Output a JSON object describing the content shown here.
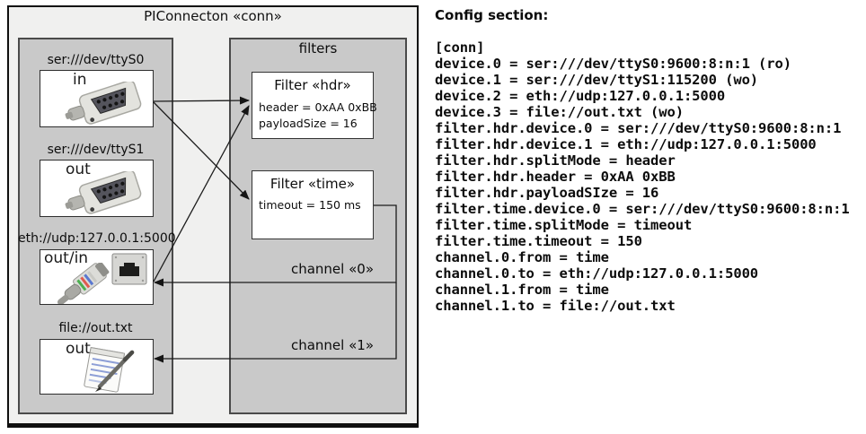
{
  "diagram": {
    "title": "PIConnecton «conn»",
    "devices_panel": {
      "devices": [
        {
          "uri": "ser:///dev/ttyS0",
          "mode": "in",
          "icon": "serial-db9-connector-photo"
        },
        {
          "uri": "ser:///dev/ttyS1",
          "mode": "out",
          "icon": "serial-db9-connector-photo"
        },
        {
          "uri": "eth://udp:127.0.0.1:5000",
          "mode": "out/in",
          "icon": "ethernet-connector-photo"
        },
        {
          "uri": "file://out.txt",
          "mode": "out",
          "icon": "notepad-pen-photo"
        }
      ]
    },
    "filters_panel": {
      "title": "filters",
      "filters": [
        {
          "title": "Filter «hdr»",
          "params": [
            "header = 0xAA 0xBB",
            "payloadSize = 16"
          ]
        },
        {
          "title": "Filter «time»",
          "params": [
            "timeout = 150 ms"
          ]
        }
      ]
    },
    "channels": [
      {
        "label": "channel «0»"
      },
      {
        "label": "channel «1»"
      }
    ],
    "colors": {
      "outer_bg": "#f0f0ef",
      "panel_bg": "#c9c9c9",
      "box_bg": "#ffffff",
      "line": "#1b1b1b"
    }
  },
  "config": {
    "heading": "Config section:",
    "lines": [
      "[conn]",
      "device.0 = ser:///dev/ttyS0:9600:8:n:1 (ro)",
      "device.1 = ser:///dev/ttyS1:115200 (wo)",
      "device.2 = eth://udp:127.0.0.1:5000",
      "device.3 = file://out.txt (wo)",
      "filter.hdr.device.0 = ser:///dev/ttyS0:9600:8:n:1",
      "filter.hdr.device.1 = eth://udp:127.0.0.1:5000",
      "filter.hdr.splitMode = header",
      "filter.hdr.header = 0xAA 0xBB",
      "filter.hdr.payloadSIze = 16",
      "filter.time.device.0 = ser:///dev/ttyS0:9600:8:n:1",
      "filter.time.splitMode = timeout",
      "filter.time.timeout = 150",
      "channel.0.from = time",
      "channel.0.to = eth://udp:127.0.0.1:5000",
      "channel.1.from = time",
      "channel.1.to = file://out.txt"
    ]
  }
}
